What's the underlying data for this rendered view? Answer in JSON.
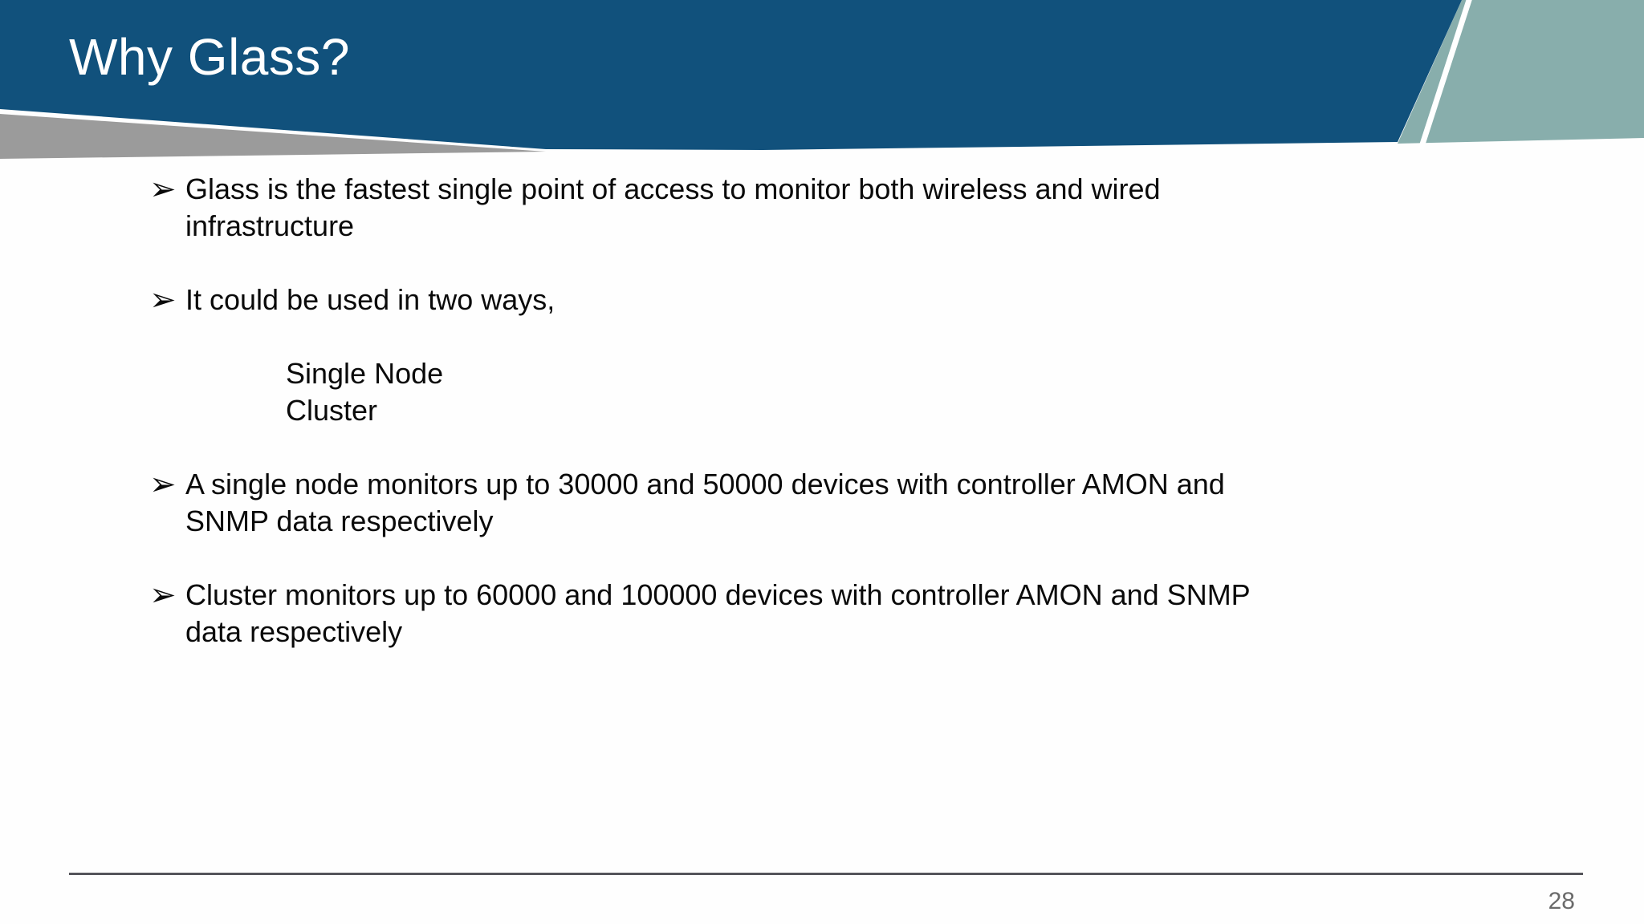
{
  "slide": {
    "title": "Why Glass?",
    "bullet_marker": "➢",
    "page_number": "28",
    "content": [
      {
        "type": "bullet",
        "lines": [
          "Glass is the fastest single point of access to monitor both wireless and wired",
          "infrastructure"
        ]
      },
      {
        "type": "bullet",
        "lines": [
          "It could be used in two ways,"
        ]
      },
      {
        "type": "sub-list",
        "lines": [
          "Single Node",
          "Cluster"
        ]
      },
      {
        "type": "bullet",
        "lines": [
          "A single node monitors up to 30000 and 50000 devices with controller AMON and",
          "SNMP data respectively"
        ]
      },
      {
        "type": "bullet",
        "lines": [
          "Cluster monitors up to 60000 and 100000 devices with controller AMON and SNMP",
          "data respectively"
        ]
      }
    ],
    "colors": {
      "header_blue": "#11517c",
      "corner_teal": "#88aeac",
      "ribbon_gray": "#9b9b9b",
      "diagonal_white": "#ffffff",
      "divider": "#54545a",
      "page_number": "#6a6a6a"
    }
  }
}
